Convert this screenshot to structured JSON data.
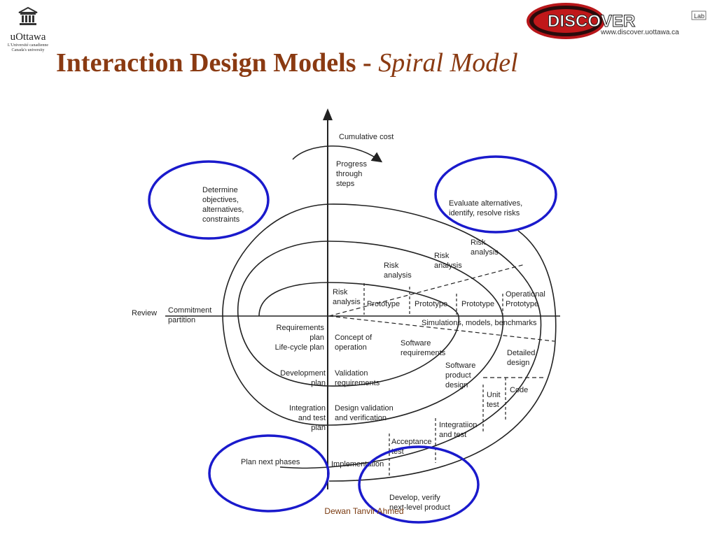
{
  "header": {
    "logo_left": {
      "name": "uOttawa",
      "sub1": "L'Université canadienne",
      "sub2": "Canada's university"
    },
    "logo_right": {
      "brand": "DISCOVER",
      "lab": "Lab",
      "url": "www.discover.uottawa.ca"
    },
    "title_main": "Interaction Design Models - ",
    "title_em": "Spiral Model"
  },
  "diagram": {
    "axis_cost": "Cumulative cost",
    "progress": [
      "Progress",
      "through",
      "steps"
    ],
    "review": "Review",
    "commitment": [
      "Commitment",
      "partition"
    ],
    "quadrant_objectives": [
      "Determine",
      "objectives,",
      "alternatives,",
      "constraints"
    ],
    "quadrant_evaluate": [
      "Evaluate alternatives,",
      "identify, resolve risks"
    ],
    "quadrant_plan": "Plan next phases",
    "quadrant_develop": [
      "Develop, verify",
      "next-level product"
    ],
    "risk_analysis_1": [
      "Risk",
      "analysis"
    ],
    "risk_analysis_2": [
      "Risk",
      "analysis"
    ],
    "risk_analysis_3": [
      "Risk",
      "analysis"
    ],
    "risk_analysis_4": [
      "Risk",
      "analysis"
    ],
    "prototype_1": "Prototype",
    "prototype_2": "Prototype",
    "prototype_3": "Prototype",
    "operational_prototype": [
      "Operational",
      "Prototype"
    ],
    "simulations": "Simulations, models, benchmarks",
    "requirements_plan": [
      "Requirements",
      "plan",
      "Life-cycle plan"
    ],
    "concept_of_operation": [
      "Concept of",
      "operation"
    ],
    "software_requirements": [
      "Software",
      "requirements"
    ],
    "software_product_design": [
      "Software",
      "product",
      "design"
    ],
    "detailed_design": [
      "Detailed",
      "design"
    ],
    "development_plan": [
      "Development",
      "plan"
    ],
    "validation_requirements": [
      "Validation",
      "requirements"
    ],
    "integration_test_plan": [
      "Integration",
      "and test",
      "plan"
    ],
    "design_validation": [
      "Design validation",
      "and verification"
    ],
    "unit_test": [
      "Unit",
      "test"
    ],
    "code": "Code",
    "integration_and_test": [
      "Integratiion",
      "and test"
    ],
    "acceptance_test": [
      "Acceptance",
      "test"
    ],
    "implementation": "Implementation"
  },
  "footer": {
    "author": "Dewan Tanvir Ahmed"
  },
  "colors": {
    "title": "#8a3a12",
    "highlight_ring": "#1a1acc",
    "logo_red": "#c0181a"
  }
}
